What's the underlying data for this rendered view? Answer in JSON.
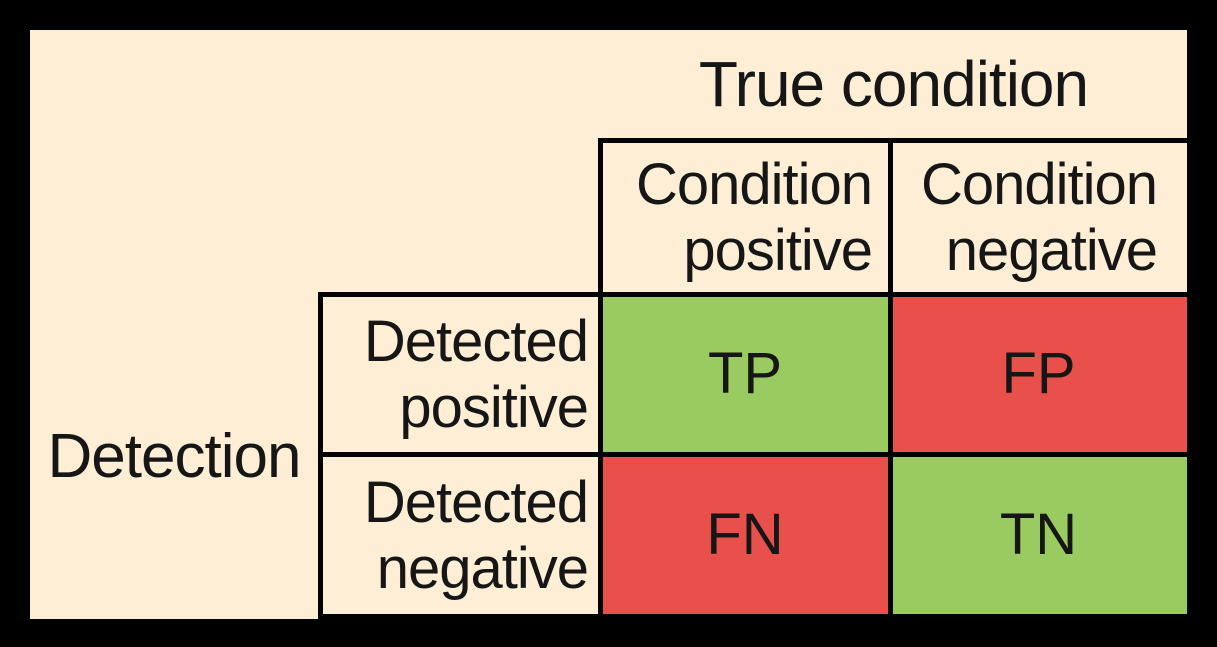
{
  "diagram": {
    "col_group_header": "True condition",
    "row_group_header": "Detection",
    "col_headers": [
      {
        "line1": "Condition",
        "line2": "positive"
      },
      {
        "line1": "Condition",
        "line2": "negative"
      }
    ],
    "row_headers": [
      {
        "line1": "Detected",
        "line2": "positive"
      },
      {
        "line1": "Detected",
        "line2": "negative"
      }
    ],
    "cells": [
      {
        "label": "TP",
        "row": "Detected positive",
        "col": "Condition positive",
        "color": "#9acb60"
      },
      {
        "label": "FP",
        "row": "Detected positive",
        "col": "Condition negative",
        "color": "#e8504c"
      },
      {
        "label": "FN",
        "row": "Detected negative",
        "col": "Condition positive",
        "color": "#e8504c"
      },
      {
        "label": "TN",
        "row": "Detected negative",
        "col": "Condition negative",
        "color": "#9acb60"
      }
    ]
  },
  "colors": {
    "background": "#000000",
    "panel": "#fdeed5",
    "grid_line": "#000000",
    "text": "#161616",
    "positive_green": "#9acb60",
    "negative_red": "#e8504c"
  }
}
